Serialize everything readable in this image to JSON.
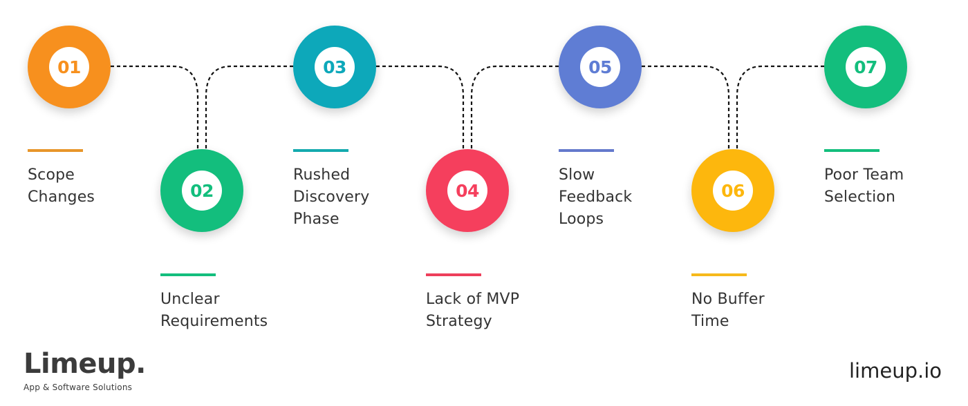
{
  "steps": [
    {
      "number": "01",
      "label": "Scope\nChanges",
      "color": "#F7901E",
      "row": "top"
    },
    {
      "number": "02",
      "label": "Unclear\nRequirements",
      "color": "#13BE7D",
      "row": "bottom"
    },
    {
      "number": "03",
      "label": "Rushed\nDiscovery\nPhase",
      "color": "#0DA8BA",
      "row": "top"
    },
    {
      "number": "04",
      "label": "Lack of MVP\nStrategy",
      "color": "#F53F5D",
      "row": "bottom"
    },
    {
      "number": "05",
      "label": "Slow\nFeedback\nLoops",
      "color": "#5F7DD4",
      "row": "top"
    },
    {
      "number": "06",
      "label": "No Buffer\nTime",
      "color": "#FDB70D",
      "row": "bottom"
    },
    {
      "number": "07",
      "label": "Poor Team\nSelection",
      "color": "#13BE7D",
      "row": "top"
    }
  ],
  "branding": {
    "logo": "Limeup.",
    "tagline": "App & Software Solutions",
    "website": "limeup.io"
  }
}
